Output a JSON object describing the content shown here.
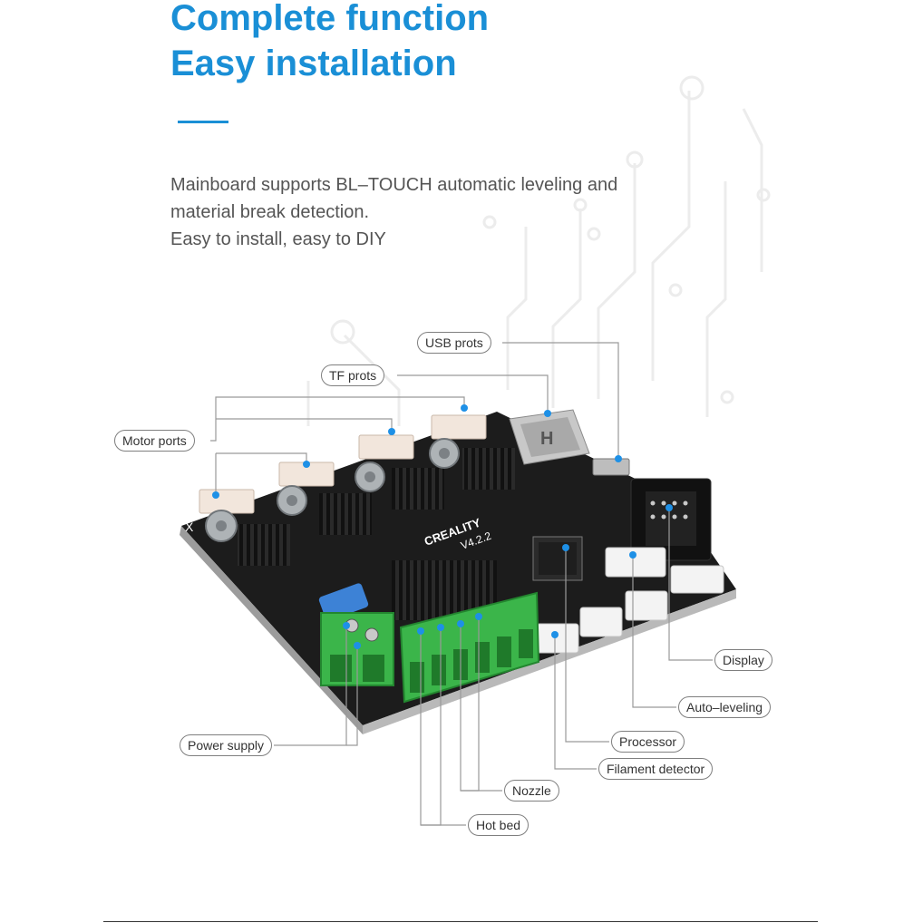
{
  "headline": {
    "line1": "Complete function",
    "line2": "Easy installation"
  },
  "description": {
    "line1": "Mainboard supports BL–TOUCH automatic leveling and",
    "line2": "material break detection.",
    "line3": "Easy to install, easy to DIY"
  },
  "board": {
    "brand": "CREALITY",
    "version": "V4.2.2",
    "axis_label": "X"
  },
  "callouts": {
    "usb": "USB prots",
    "tf": "TF prots",
    "motor": "Motor ports",
    "power": "Power supply",
    "display": "Display",
    "auto_leveling": "Auto–leveling",
    "processor": "Processor",
    "filament": "Filament detector",
    "nozzle": "Nozzle",
    "hot_bed": "Hot bed"
  },
  "colors": {
    "accent": "#1a8fd6",
    "dot": "#1e90e6",
    "leader_line": "#9a9a9a",
    "board": "#1c1c1c",
    "terminal_green": "#3bb54a"
  }
}
